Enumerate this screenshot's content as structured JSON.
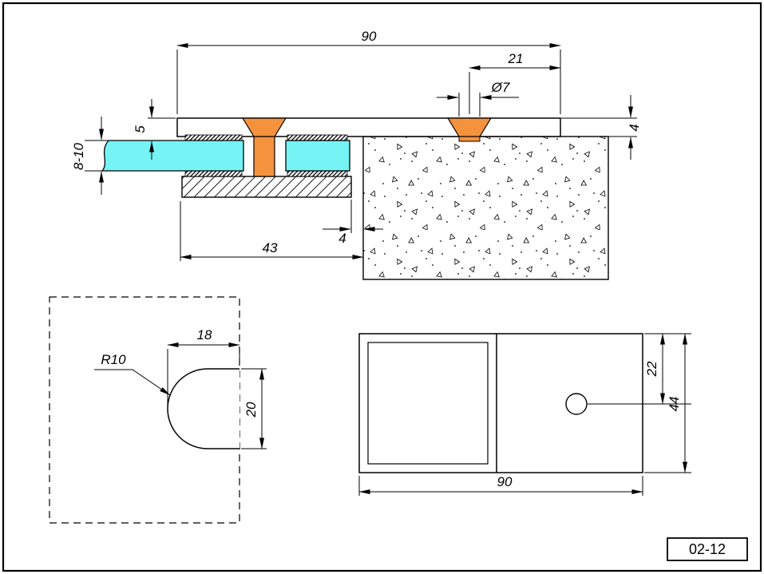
{
  "drawing": {
    "code": "02-12",
    "colors": {
      "paper": "#ffffff",
      "line": "#000000",
      "glass": "#76f3f5",
      "screw": "#f5923e"
    },
    "section": {
      "dim_overall_width": "90",
      "dim_hole_offset": "21",
      "dim_hole_dia": "Ø7",
      "dim_plate_thickness": "4",
      "dim_recess_depth": "5",
      "dim_glass_thickness": "8-10",
      "dim_clamp_width": "43",
      "dim_edge_gap": "4"
    },
    "notch": {
      "dim_depth": "18",
      "dim_radius": "R10",
      "dim_height": "20"
    },
    "plan": {
      "dim_hole_from_top": "22",
      "dim_height": "44",
      "dim_width": "90"
    }
  }
}
